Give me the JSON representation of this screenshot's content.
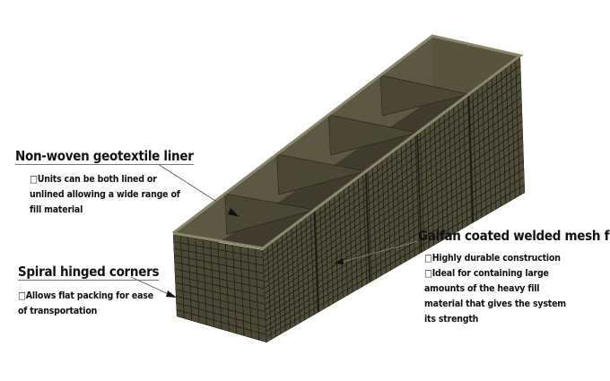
{
  "callouts": {
    "liner": {
      "title": "Non-woven geotextile liner",
      "lines": [
        "□Units can be both lined or",
        "unlined allowing a wide  range of",
        "fill material"
      ]
    },
    "corners": {
      "title": "Spiral hinged corners",
      "lines": [
        "□Allows flat packing for ease",
        "of transportation"
      ]
    },
    "mesh": {
      "title": "Galfan coated welded mesh frame",
      "lines": [
        "□Highly durable construction",
        "□Ideal for containing large",
        "amounts of the heavy fill",
        "material that gives the system",
        "its strength"
      ]
    }
  },
  "colors": {
    "mesh_face": "#4b4836",
    "interior": "#5c5843",
    "interior_dark": "#3f3c2d",
    "rim": "#7d7a5f",
    "grid": "#1e1d15"
  }
}
